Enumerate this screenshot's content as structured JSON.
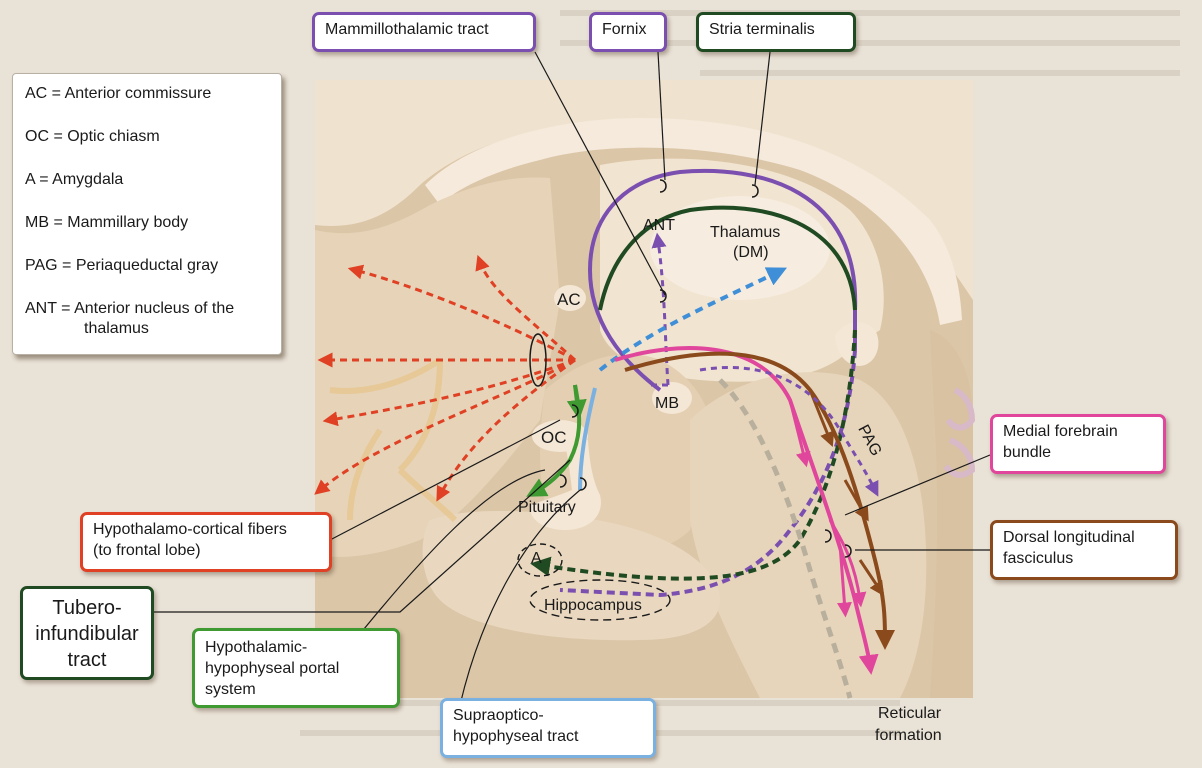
{
  "legend": {
    "items": [
      "AC = Anterior commissure",
      "OC = Optic chiasm",
      "A = Amygdala",
      "MB = Mammillary body",
      "PAG = Periaqueductal gray",
      "ANT = Anterior nucleus of the thalamus"
    ]
  },
  "callouts": {
    "mammillothalamic": "Mammillothalamic tract",
    "fornix": "Fornix",
    "stria": "Stria terminalis",
    "medial_forebrain": "Medial forebrain\nbundle",
    "dorsal_longitudinal": "Dorsal longitudinal\nfasciculus",
    "hypothalamo_cortical": "Hypothalamo-cortical fibers\n(to frontal lobe)",
    "tubero": "Tubero-\ninfundibular\ntract",
    "portal": "Hypothalamic-\nhypophyseal portal\nsystem",
    "supraoptico": "Supraoptico-\nhypophyseal tract"
  },
  "structure_labels": {
    "ac": "AC",
    "oc": "OC",
    "mb": "MB",
    "ant": "ANT",
    "thalamus": "Thalamus",
    "thalamus_sub": "(DM)",
    "pag": "PAG",
    "pituitary": "Pituitary",
    "amygdala": "A",
    "hippocampus": "Hippocampus",
    "reticular": "Reticular",
    "reticular_sub": "formation"
  },
  "colors": {
    "purple": "#7b4fb0",
    "dark_green": "#1f4a22",
    "green": "#3f9a32",
    "pink": "#e0479c",
    "brown": "#8a4a1c",
    "blue": "#3f8fd8",
    "light_blue": "#7ab1e0",
    "red": "#e04023",
    "tan_dash": "#b8b09c",
    "brain_light": "#efe2cf",
    "brain_mid": "#e3cfb3",
    "brain_shadow": "#cdb393"
  }
}
